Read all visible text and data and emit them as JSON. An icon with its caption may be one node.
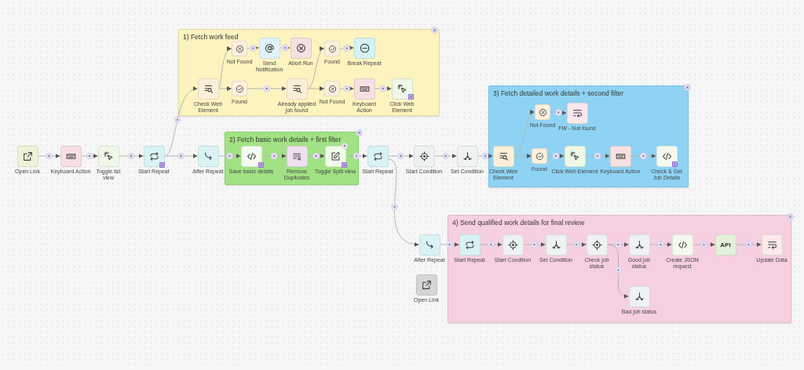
{
  "diagram": {
    "nodes": [
      {
        "text": [
          "1) Fetch work feed"
        ]
      },
      {
        "text": [
          "Not Found"
        ],
        "in": 0
      },
      {
        "text": [
          "Send Notification"
        ],
        "in": 0
      },
      {
        "text": [
          "Abort Run"
        ],
        "in": 0
      },
      {
        "text": [
          "Found"
        ],
        "in": 0
      },
      {
        "text": [
          "Break Repeat"
        ],
        "in": 0
      },
      {
        "text": [
          "Check Web Element"
        ],
        "in": 0
      },
      {
        "text": [
          "Found"
        ],
        "in": 0
      },
      {
        "text": [
          "Already applied job found"
        ],
        "in": 0
      },
      {
        "text": [
          "Not Found"
        ],
        "in": 0
      },
      {
        "text": [
          "Keyboard Action"
        ],
        "in": 0
      },
      {
        "text": [
          "Click Web Element"
        ],
        "in": 0
      },
      {
        "text": [
          "3) Fetch detailed work details + second filter"
        ]
      },
      {
        "text": [
          "Not Found"
        ],
        "in": 12
      },
      {
        "text": [
          "FW - Not found"
        ],
        "in": 12
      },
      {
        "text": [
          "Check Web Element"
        ],
        "in": 12
      },
      {
        "text": [
          "Found"
        ],
        "in": 12
      },
      {
        "text": [
          "Click Web Element"
        ],
        "in": 12
      },
      {
        "text": [
          "Keyboard Action"
        ],
        "in": 12
      },
      {
        "text": [
          "Check & Get Job Details"
        ],
        "in": 12
      },
      {
        "text": [
          "Open Link"
        ]
      },
      {
        "text": [
          "Keyboard Action"
        ]
      },
      {
        "text": [
          "Toggle list view"
        ]
      },
      {
        "text": [
          "Start Repeat"
        ]
      },
      {
        "text": [
          "After Repeat"
        ]
      },
      {
        "text": [
          "2) Fetch basic work details + first filter"
        ]
      },
      {
        "text": [
          "Save basic details"
        ],
        "in": 25
      },
      {
        "text": [
          "Remove Duplicates"
        ],
        "in": 25
      },
      {
        "text": [
          "Toggle Split view"
        ],
        "in": 25
      },
      {
        "text": [
          "Start Repeat"
        ]
      },
      {
        "text": [
          "Start Condition"
        ]
      },
      {
        "text": [
          "Set Condition"
        ]
      },
      {
        "text": [
          "4) Send qualified work details for final review"
        ]
      },
      {
        "text": [
          "After Repeat"
        ]
      },
      {
        "text": [
          "Start Repeat"
        ],
        "in": 32
      },
      {
        "text": [
          "Start Condition"
        ],
        "in": 32
      },
      {
        "text": [
          "Set Condition"
        ],
        "in": 32
      },
      {
        "text": [
          "Check job status"
        ],
        "in": 32
      },
      {
        "text": [
          "Good job status"
        ],
        "in": 32
      },
      {
        "text": [
          "Create JSON request"
        ],
        "in": 32
      },
      {
        "text": [
          "API"
        ],
        "in": 32
      },
      {
        "text": [
          "Update Data"
        ],
        "in": 32
      },
      {
        "text": [
          "Open Link"
        ]
      },
      {
        "text": [
          "Bad job status"
        ],
        "in": 32
      }
    ],
    "edges": [
      {
        "from": 20,
        "to": 21,
        "arrow": "to"
      },
      {
        "from": 21,
        "to": 22,
        "arrow": "to"
      },
      {
        "from": 22,
        "to": 23,
        "arrow": "to"
      },
      {
        "from": 23,
        "to": 24,
        "arrow": "to"
      },
      {
        "from": 23,
        "to": 6,
        "arrow": "to"
      },
      {
        "from": 24,
        "to": 26,
        "arrow": "to"
      },
      {
        "from": 26,
        "to": 27,
        "arrow": "to"
      },
      {
        "from": 27,
        "to": 28,
        "arrow": "to"
      },
      {
        "from": 28,
        "to": 29,
        "arrow": "to"
      },
      {
        "from": 29,
        "to": 30,
        "arrow": "to"
      },
      {
        "from": 30,
        "to": 31,
        "arrow": "to"
      },
      {
        "from": 31,
        "to": 15,
        "arrow": "to"
      },
      {
        "from": 29,
        "to": 33,
        "arrow": "to"
      },
      {
        "from": 6,
        "to": 1,
        "arrow": "to"
      },
      {
        "from": 6,
        "to": 7,
        "arrow": "to"
      },
      {
        "from": 1,
        "to": 2,
        "arrow": "to"
      },
      {
        "from": 2,
        "to": 3,
        "arrow": "to"
      },
      {
        "from": 7,
        "to": 8,
        "arrow": "to"
      },
      {
        "from": 8,
        "to": 4,
        "arrow": "to"
      },
      {
        "from": 8,
        "to": 9,
        "arrow": "to"
      },
      {
        "from": 4,
        "to": 5,
        "arrow": "to"
      },
      {
        "from": 9,
        "to": 10,
        "arrow": "to"
      },
      {
        "from": 10,
        "to": 11,
        "arrow": "to"
      },
      {
        "from": 15,
        "to": 13,
        "arrow": "to"
      },
      {
        "from": 15,
        "to": 16,
        "arrow": "to"
      },
      {
        "from": 13,
        "to": 14,
        "arrow": "to"
      },
      {
        "from": 16,
        "to": 17,
        "arrow": "to"
      },
      {
        "from": 17,
        "to": 18,
        "arrow": "to"
      },
      {
        "from": 18,
        "to": 19,
        "arrow": "to"
      },
      {
        "from": 33,
        "to": 34,
        "arrow": "to"
      },
      {
        "from": 34,
        "to": 35,
        "arrow": "to"
      },
      {
        "from": 35,
        "to": 36,
        "arrow": "to"
      },
      {
        "from": 36,
        "to": 37,
        "arrow": "to"
      },
      {
        "from": 37,
        "to": 38,
        "arrow": "to"
      },
      {
        "from": 37,
        "to": 43,
        "arrow": "to"
      },
      {
        "from": 38,
        "to": 39,
        "arrow": "to"
      },
      {
        "from": 39,
        "to": 40,
        "arrow": "to"
      },
      {
        "from": 40,
        "to": 41,
        "arrow": "to"
      }
    ]
  }
}
